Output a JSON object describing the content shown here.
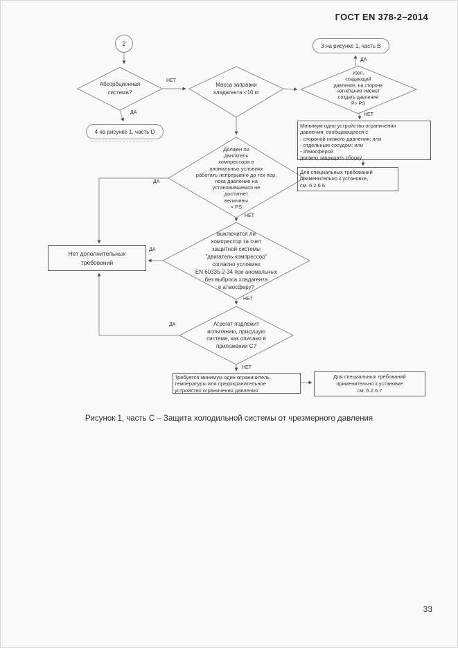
{
  "header": {
    "title": "ГОСТ EN 378-2–2014"
  },
  "labels": {
    "yes": "ДА",
    "no": "НЕТ"
  },
  "nodes": {
    "connector_2": "2",
    "terminal_b": "3 на рисунке 1, часть B",
    "terminal_d": "4 на рисунке 1, часть D",
    "absorption": "Абсорбционная\nсистема?",
    "charge_mass": "Масса заправки\nхладагента <10 кг",
    "pressure_unit": "Узел,\nсоздающий\nдавление, на стороне\nнагнетания сможет\nсоздать давление\nP> PS",
    "limit_device": "Минимум одно устройство ограничения\nдавления, сообщающееся с\n- стороной низкого давления; или\n- отдельным сосудом; или\n- атмосферой\nдолжно защищать сборку",
    "special_6266": "Для специальных требований\nприменительно к установке,\nсм. 6.2.6.6",
    "motor_run": "Должен ли\nдвигатель\nкомпрессора в\nаномальных условиях\nработать непрерывно до тех пор,\nпока давление на\nустановившемся не\nдостигнет\nвеличины\n< PS",
    "cutout": "выключится ли\nкомпрессор за счет\nзащитной системы\n\"двигатель-компрессор\"\nсогласно условиях\nEN 60335-2-34 при аномальных\nбез выброса хладагента\nв атмосферу?",
    "no_requirements": "Нет дополнительных\nтребований",
    "unit_test": "Агрегат подлежит\nиспытанию, присущую\nсистеме, как описано в\nприложении С?",
    "limiter_required": "Требуется минимум один ограничитель\nтемпературы или предохранительное\nустройство ограничения давления",
    "special_6267": "Для специальных требований\nприменительно к установке\nсм. 6.2.6.7"
  },
  "caption": "Рисунок 1, часть С – Защита холодильной системы от чрезмерного давления",
  "footer": {
    "page_number": "33"
  }
}
